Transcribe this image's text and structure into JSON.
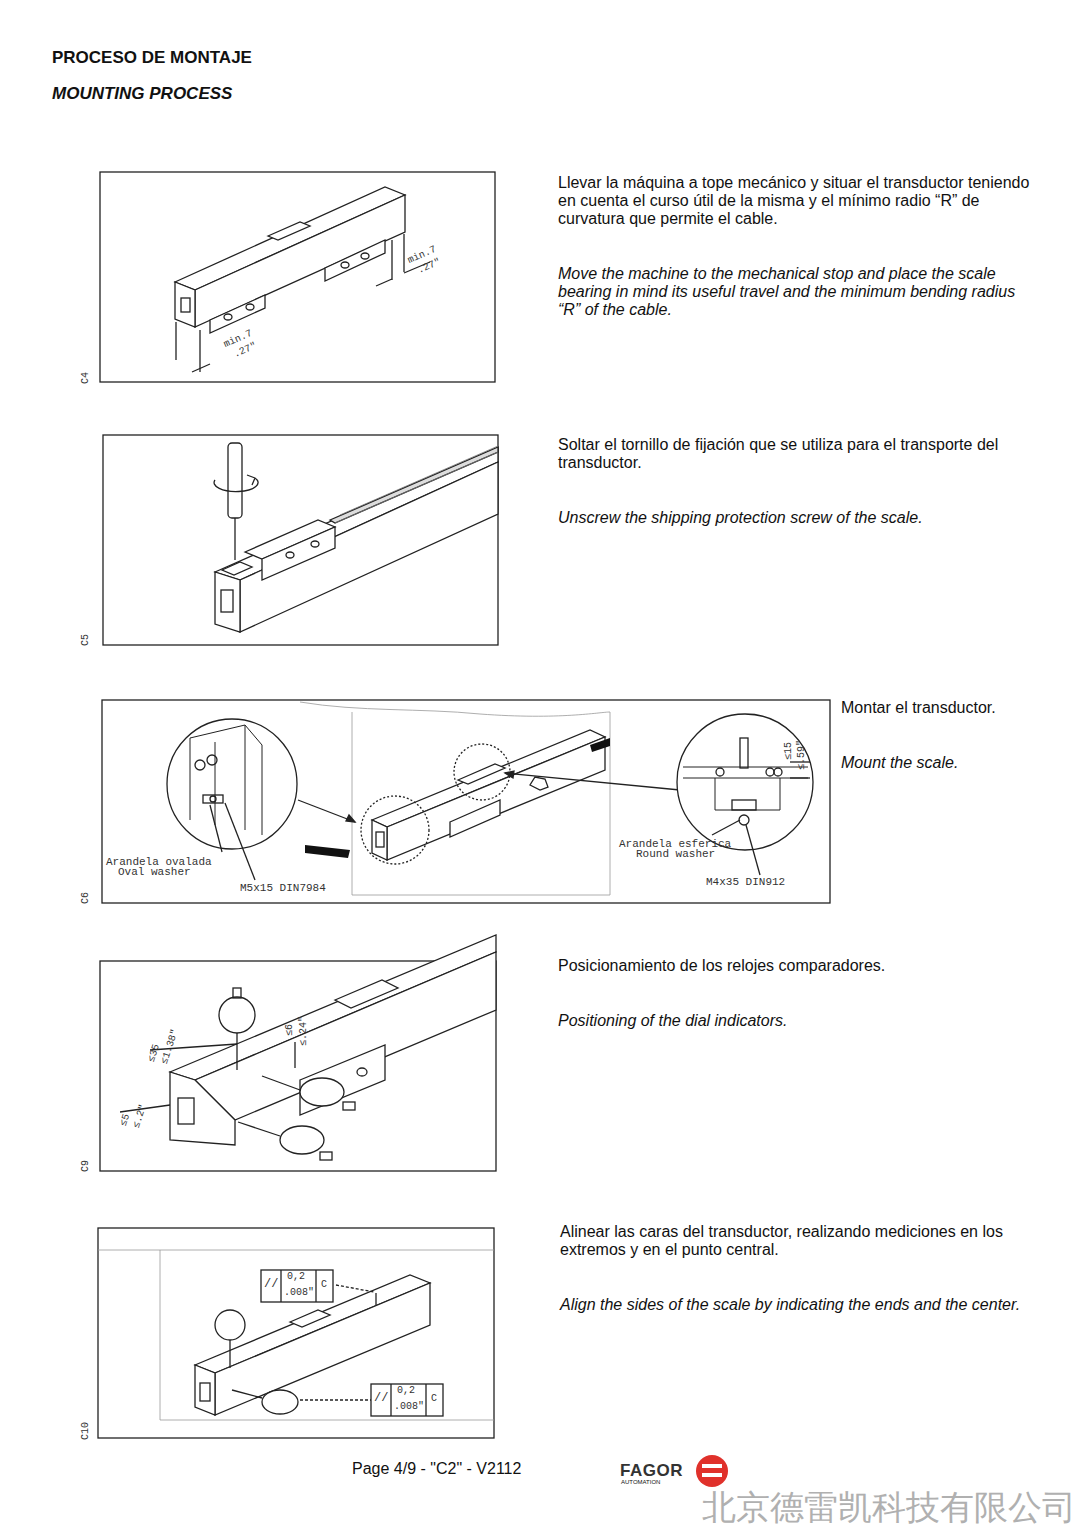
{
  "diagram": {
    "title": "PROCESO DE MONTAJE",
    "labels": [
      "MOUNTING PROCESS",
      "min.7",
      ".27\"",
      "min.7",
      ".27\"",
      "C4",
      "Llevar la máquina a tope mecánico y situar el transductor teniendo en cuenta el curso útil de la misma y el mínimo radio “R” de curvatura que permite el cable.",
      "Move the machine to the mechanical stop and place the scale bearing in mind its useful travel and the minimum bending radius “R” of the cable.",
      "C5",
      "Soltar el tornillo de fijación que se utiliza para el transporte del transductor.",
      "Unscrew the shipping protection screw of the scale.",
      "Arandela ovalada",
      "Oval washer",
      "M5x15 DIN7984",
      "Arandela esferica",
      "Round washer",
      "M4x35 DIN912",
      "≤15",
      "≤.59\"",
      "C6",
      "Montar el transductor.",
      "Mount the scale.",
      "≤35",
      "≤1.38\"",
      "≤6",
      "≤.24\"",
      "≤5",
      "≤.2\"",
      "C9",
      "Posicionamiento de los relojes comparadores.",
      "Positioning of the dial indicators.",
      "//",
      "0,2",
      ".008\"",
      "C",
      "//",
      "0,2",
      ".008\"",
      "C",
      "C10",
      "Alinear las caras del transductor, realizando mediciones en los extremos y en el punto central.",
      "Align the sides of the scale by indicating the ends and the center.",
      "Page 4/9 - \"C2\" - V2112",
      "FAGOR",
      "AUTOMATION",
      "北京德雷凯科技有限公司"
    ]
  }
}
